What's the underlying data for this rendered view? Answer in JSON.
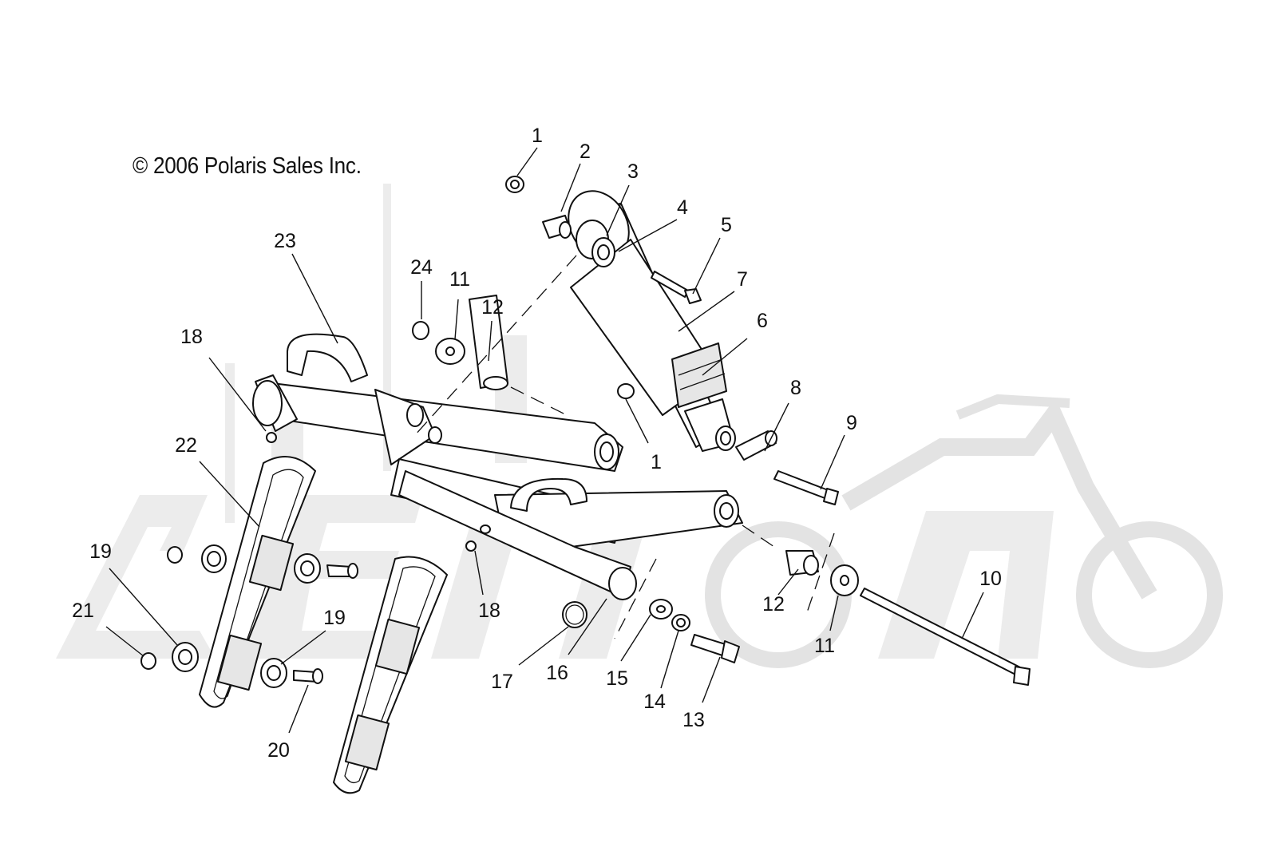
{
  "copyright": "© 2006 Polaris Sales Inc.",
  "callouts": [
    {
      "id": "c1a",
      "text": "1"
    },
    {
      "id": "c2",
      "text": "2"
    },
    {
      "id": "c3",
      "text": "3"
    },
    {
      "id": "c4",
      "text": "4"
    },
    {
      "id": "c5",
      "text": "5"
    },
    {
      "id": "c7",
      "text": "7"
    },
    {
      "id": "c6",
      "text": "6"
    },
    {
      "id": "c1b",
      "text": "1"
    },
    {
      "id": "c8",
      "text": "8"
    },
    {
      "id": "c9",
      "text": "9"
    },
    {
      "id": "c10",
      "text": "10"
    },
    {
      "id": "c11a",
      "text": "11"
    },
    {
      "id": "c11b",
      "text": "11"
    },
    {
      "id": "c12a",
      "text": "12"
    },
    {
      "id": "c12b",
      "text": "12"
    },
    {
      "id": "c13",
      "text": "13"
    },
    {
      "id": "c14",
      "text": "14"
    },
    {
      "id": "c15",
      "text": "15"
    },
    {
      "id": "c16",
      "text": "16"
    },
    {
      "id": "c17",
      "text": "17"
    },
    {
      "id": "c18a",
      "text": "18"
    },
    {
      "id": "c18b",
      "text": "18"
    },
    {
      "id": "c19a",
      "text": "19"
    },
    {
      "id": "c19b",
      "text": "19"
    },
    {
      "id": "c20",
      "text": "20"
    },
    {
      "id": "c21",
      "text": "21"
    },
    {
      "id": "c22",
      "text": "22"
    },
    {
      "id": "c23",
      "text": "23"
    },
    {
      "id": "c24",
      "text": "24"
    }
  ]
}
